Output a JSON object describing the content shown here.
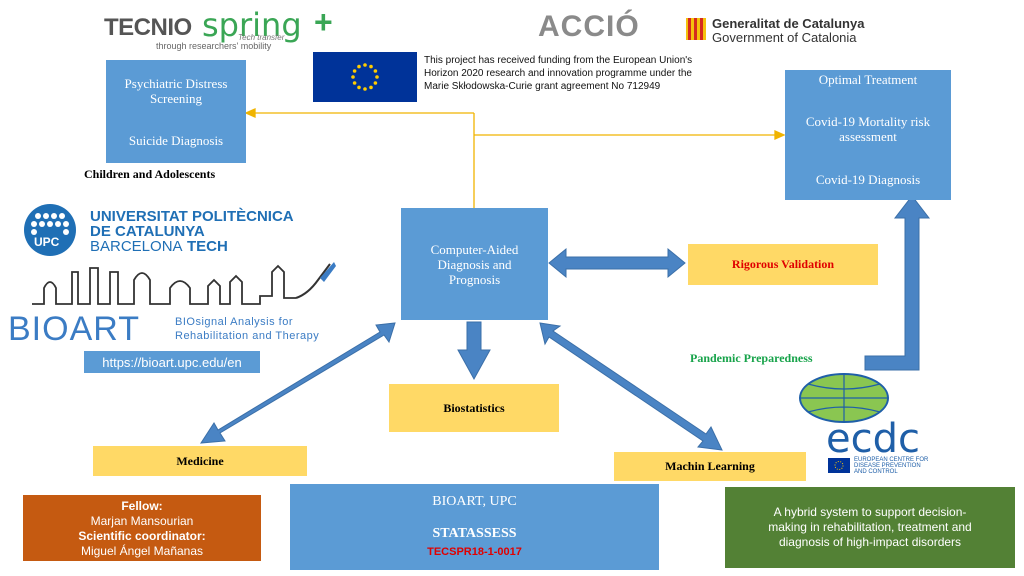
{
  "logos": {
    "tecnio": "TECNIO",
    "spring": "spring",
    "plus": "+",
    "tech_transfer": "Tech transfer",
    "mobility": "through researchers' mobility",
    "accio": "ACCIÓ",
    "generalitat": "Generalitat de Catalunya",
    "government": "Government of Catalonia",
    "upc_line1": "UNIVERSITAT POLITÈCNICA",
    "upc_line2": "DE CATALUNYA",
    "upc_line3a": "BARCELONA",
    "upc_line3b": "TECH",
    "upc_short": "UPC",
    "bioart": "BIOART",
    "bioart_desc1": "BIOsignal Analysis for",
    "bioart_desc2": "Rehabilitation and Therapy",
    "ecdc": "ecdc",
    "ecdc_desc1": "EUROPEAN CENTRE FOR",
    "ecdc_desc2": "DISEASE PREVENTION",
    "ecdc_desc3": "AND CONTROL"
  },
  "eu_funding": "This project has received funding from the European Union's Horizon 2020 research and innovation programme under the Marie Skłodowska-Curie grant agreement No 712949",
  "url": "https://bioart.upc.edu/en",
  "boxes": {
    "psychiatric": "Psychiatric Distress Screening",
    "suicide": "Suicide Diagnosis",
    "children": "Children and Adolescents",
    "optimal": "Optimal Treatment",
    "covid_mortality": "Covid-19 Mortality risk assessment",
    "covid_diagnosis": "Covid-19 Diagnosis",
    "center": "Computer-Aided Diagnosis and Prognosis",
    "rigorous": "Rigorous Validation",
    "pandemic": "Pandemic Preparedness",
    "biostatistics": "Biostatistics",
    "medicine": "Medicine",
    "machine": "Machin Learning"
  },
  "fellow": {
    "fellow_label": "Fellow:",
    "fellow_name": "Marjan Mansourian",
    "coord_label": "Scientific coordinator:",
    "coord_name": "Miguel Ángel Mañanas"
  },
  "project": {
    "group": "BIOART, UPC",
    "name": "STATASSESS",
    "code": "TECSPR18-1-0017"
  },
  "hybrid": "A hybrid system to support decision-making in rehabilitation, treatment and diagnosis of high-impact disorders",
  "colors": {
    "blue_box": "#5b9bd5",
    "arrow_blue": "#4a84c4",
    "yellow_box": "#ffd966",
    "orange_box": "#c55a11",
    "green_box": "#538135",
    "connector": "#f0b400",
    "rigorous_text": "#e00000",
    "pandemic_text": "#17a34a",
    "code_text": "#e00000"
  }
}
